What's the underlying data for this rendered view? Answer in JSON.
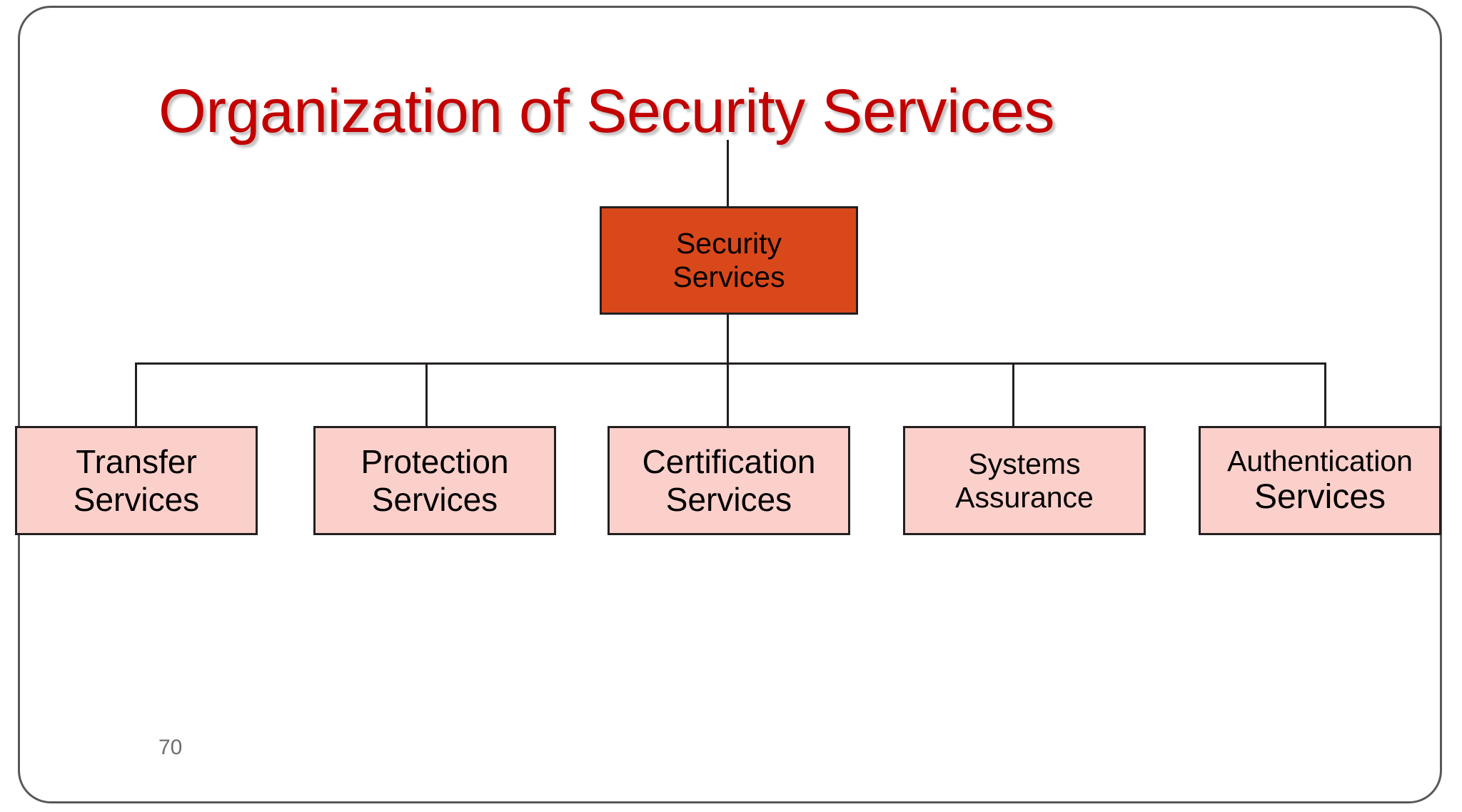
{
  "slide": {
    "title": "Organization of Security Services",
    "page_number": "70",
    "title_color": "#C20000",
    "root_fill": "#D9481B",
    "leaf_fill": "#FBD0CB",
    "border_color": "#231f20",
    "frame_color": "#58585b"
  },
  "chart_data": {
    "type": "diagram",
    "diagram_kind": "organization-chart",
    "title": "Organization of Security Services",
    "root": {
      "id": "security-services",
      "line1": "Security",
      "line2": "Services"
    },
    "children": [
      {
        "id": "transfer-services",
        "line1": "Transfer",
        "line2": "Services"
      },
      {
        "id": "protection-services",
        "line1": "Protection",
        "line2": "Services"
      },
      {
        "id": "certification-services",
        "line1": "Certification",
        "line2": "Services"
      },
      {
        "id": "systems-assurance",
        "line1": "Systems",
        "line2": "Assurance"
      },
      {
        "id": "authentication-services",
        "line1": "Authentication",
        "line2": "Services"
      }
    ]
  }
}
